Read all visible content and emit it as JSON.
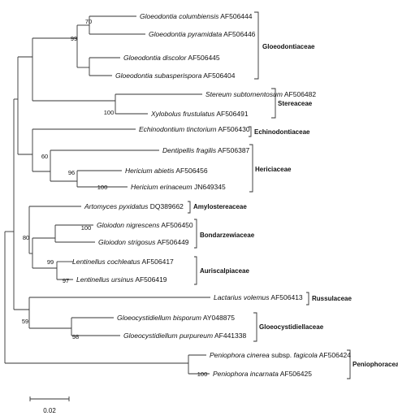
{
  "taxa": {
    "t1": {
      "species": "Gloeodontia columbiensis",
      "accession": "AF506444"
    },
    "t2": {
      "species": "Gloeodontia pyramidata",
      "accession": "AF506446"
    },
    "t3": {
      "species": "Gloeodontia discolor",
      "accession": "AF506445"
    },
    "t4": {
      "species": "Gloeodontia subasperispora",
      "accession": "AF506404"
    },
    "t5": {
      "species": "Stereum subtomentosum",
      "accession": "AF506482"
    },
    "t6": {
      "species": "Xylobolus frustulatus",
      "accession": "AF506491"
    },
    "t7": {
      "species": "Echinodontium tinctorium",
      "accession": "AF506430"
    },
    "t8": {
      "species": "Dentipellis fragilis",
      "accession": "AF506387"
    },
    "t9": {
      "species": "Hericium abietis",
      "accession": "AF506456"
    },
    "t10": {
      "species": "Hericium erinaceum",
      "accession": "JN649345"
    },
    "t11": {
      "species": "Artomyces pyxidatus",
      "accession": "DQ389662"
    },
    "t12": {
      "species": "Gloiodon nigrescens",
      "accession": "AF506450"
    },
    "t13": {
      "species": "Gloiodon strigosus",
      "accession": "AF506449"
    },
    "t14": {
      "species": "Lentinellus cochleatus",
      "accession": "AF506417"
    },
    "t15": {
      "species": "Lentinellus ursinus",
      "accession": "AF506419"
    },
    "t16": {
      "species": "Lactarius volemus",
      "accession": "AF506413"
    },
    "t17": {
      "species": "Gloeocystidiellum bisporum",
      "accession": "AY048875"
    },
    "t18": {
      "species": "Gloeocystidiellum purpureum",
      "accession": "AF441338"
    },
    "t19": {
      "species": "Peniophora cinerea",
      "qualifier": "subsp.",
      "subspecies": "fagicola",
      "accession": "AF506424"
    },
    "t20": {
      "species": "Peniophora incarnata",
      "accession": "AF506425"
    }
  },
  "bootstrap": {
    "b70": "70",
    "b99": "99",
    "b100a": "100",
    "b60": "60",
    "b96": "96",
    "b100b": "100",
    "b80": "80",
    "b100c": "100",
    "b99b": "99",
    "b97": "97",
    "b59": "59",
    "b98": "98",
    "b100d": "100"
  },
  "families": {
    "gloeodontiaceae": "Gloeodontiaceae",
    "stereaceae": "Stereaceae",
    "echinodontiaceae": "Echinodontiaceae",
    "hericiaceae": "Hericiaceae",
    "amylostereaceae": "Amylostereaceae",
    "bondarzewiaceae": "Bondarzewiaceae",
    "auriscalpiaceae": "Auriscalpiaceae",
    "russulaceae": "Russulaceae",
    "gloeocystidiellaceae": "Gloeocystidiellaceae",
    "peniophoraceae": "Peniophoracea"
  },
  "scale": {
    "label": "0.02"
  }
}
